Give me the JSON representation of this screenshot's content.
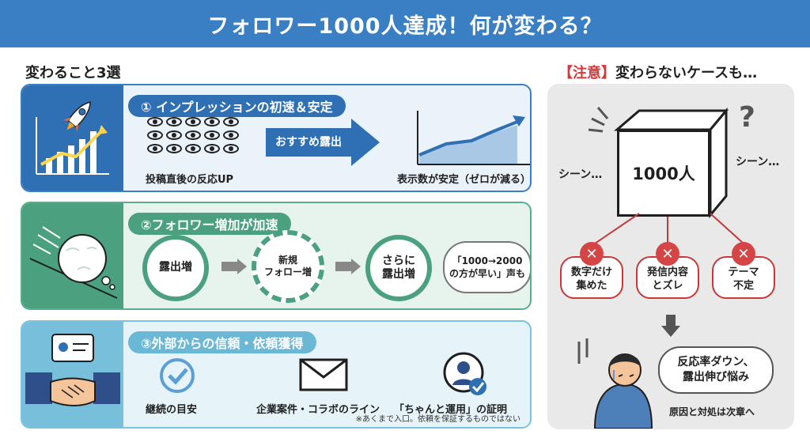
{
  "title": "フォロワー1000人達成！何が変わる？",
  "left": {
    "heading": "変わること3選",
    "panel1": {
      "pill": "① インプレッションの初速＆安定",
      "left_caption": "投稿直後の反応UP",
      "arrow_label": "おすすめ露出",
      "right_caption": "表示数が安定（ゼロが減る）"
    },
    "panel2": {
      "pill": "②フォロワー増加が加速",
      "node1": "露出増",
      "node2": "新規\nフォロー増",
      "node3": "さらに\n露出増",
      "bubble": "「1000→2000\nの方が早い」声も"
    },
    "panel3": {
      "pill": "③外部からの信頼・依頼獲得",
      "item1": "継続の目安",
      "item2": "企業案件・コラボのライン",
      "item3": "「ちゃんと運用」の証明",
      "note": "※あくまで入口。依頼を保証するものではない"
    }
  },
  "right": {
    "heading_bracket": "【注意】",
    "heading_rest": "変わらないケースも…",
    "cube_label": "1000人",
    "scene_left": "シーン…",
    "scene_right": "シーン…",
    "question": "?",
    "reasons": [
      "数字だけ\n集めた",
      "発信内容\nとズレ",
      "テーマ\n不定"
    ],
    "x_glyph": "✕",
    "speech": "反応率ダウン、\n露出伸び悩み",
    "footer": "原因と対処は次章へ"
  },
  "colors": {
    "banner": "#3a7fc4",
    "blue": "#2f6fb3",
    "green": "#4aa07f",
    "light_blue": "#77bfdb",
    "red": "#d64545"
  }
}
